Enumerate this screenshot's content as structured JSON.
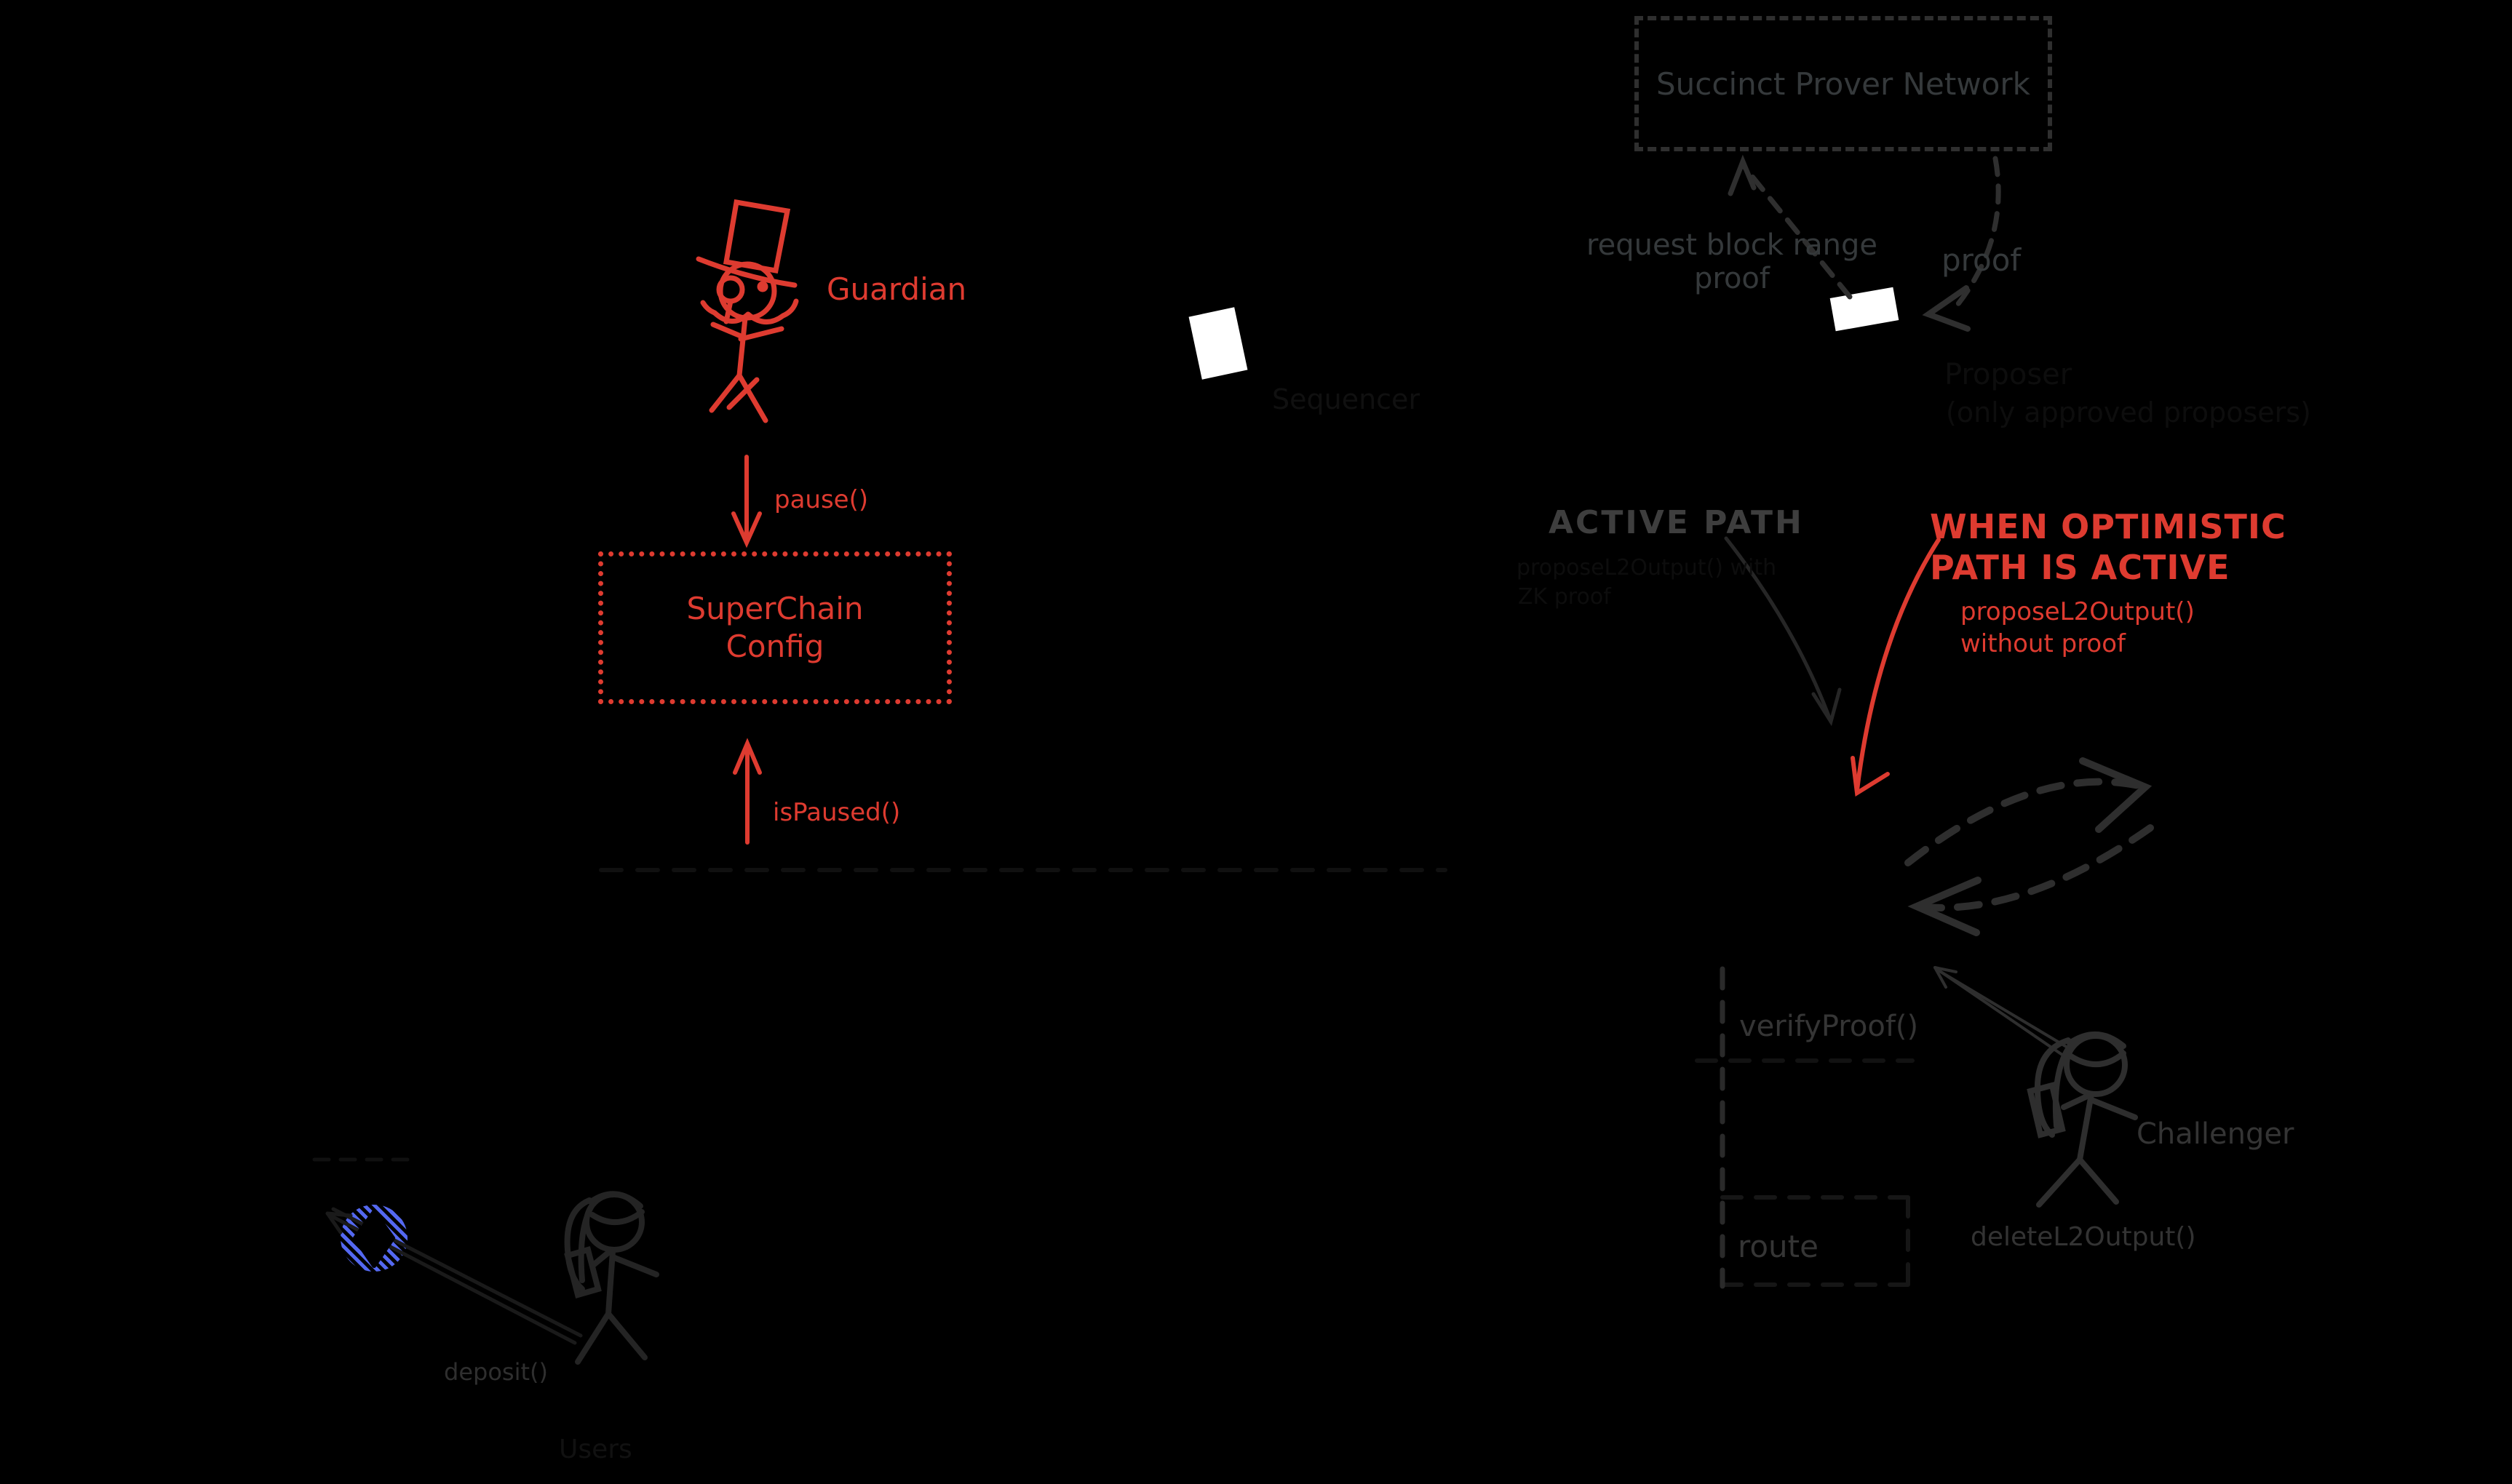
{
  "diagram": {
    "background": "#000000",
    "accent_red": "#de3b30",
    "accent_blue": "#5468f0",
    "stroke_gray": "#2f2f2f",
    "succinct_network": {
      "title": "Succinct Prover Network"
    },
    "prover_flow": {
      "request_line1": "request block range",
      "request_line2": "proof",
      "proof": "proof",
      "proposer": "Proposer",
      "proposer_note": "(only approved proposers)"
    },
    "guardian": {
      "name": "Guardian",
      "pause": "pause()",
      "is_paused": "isPaused()",
      "superchain_line1": "SuperChain",
      "superchain_line2": "Config"
    },
    "sequencer": {
      "name": "Sequencer"
    },
    "zk_path": {
      "title": "ACTIVE PATH",
      "note_line1": "proposeL2Output() with",
      "note_line2": "ZK proof"
    },
    "optimistic_path": {
      "title_line1": "WHEN OPTIMISTIC",
      "title_line2": "PATH IS ACTIVE",
      "note_line1": "proposeL2Output()",
      "note_line2": "without proof"
    },
    "oracle": {
      "verify_proof": "verifyProof()",
      "route": "route"
    },
    "challenger": {
      "name": "Challenger",
      "action": "deleteL2Output()"
    },
    "users": {
      "name": "Users",
      "action": "deposit()"
    }
  }
}
